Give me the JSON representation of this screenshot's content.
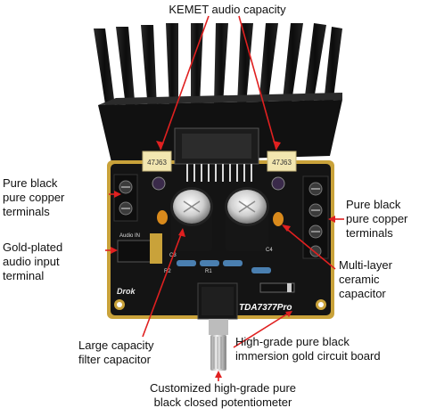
{
  "labels": {
    "kemet": "KEMET audio capacity",
    "left_terminals": "Pure black\npure copper\nterminals",
    "gold_input": "Gold-plated\naudio input\nterminal",
    "right_terminals": "Pure black\npure copper\nterminals",
    "ceramic": "Multi-layer\nceramic\ncapacitor",
    "filter": "Large capacity\nfilter capacitor",
    "board": "High-grade pure black\nimmersion gold circuit board",
    "potentiometer": "Customized high-grade pure\nblack closed potentiometer"
  },
  "board_markings": {
    "brand": "Drok",
    "chip_model": "TDA7377Pro",
    "cap_left": "47J63",
    "cap_right": "47J63",
    "c4": "C4",
    "c3": "C3",
    "r1": "R1",
    "r2": "R2",
    "audio_in": "Audio IN"
  },
  "colors": {
    "arrow": "#e02020",
    "board": "#141414",
    "gold_edge": "#c9a23a",
    "heatsink": "#111111",
    "kemet_cap": "#f2e6b0"
  }
}
